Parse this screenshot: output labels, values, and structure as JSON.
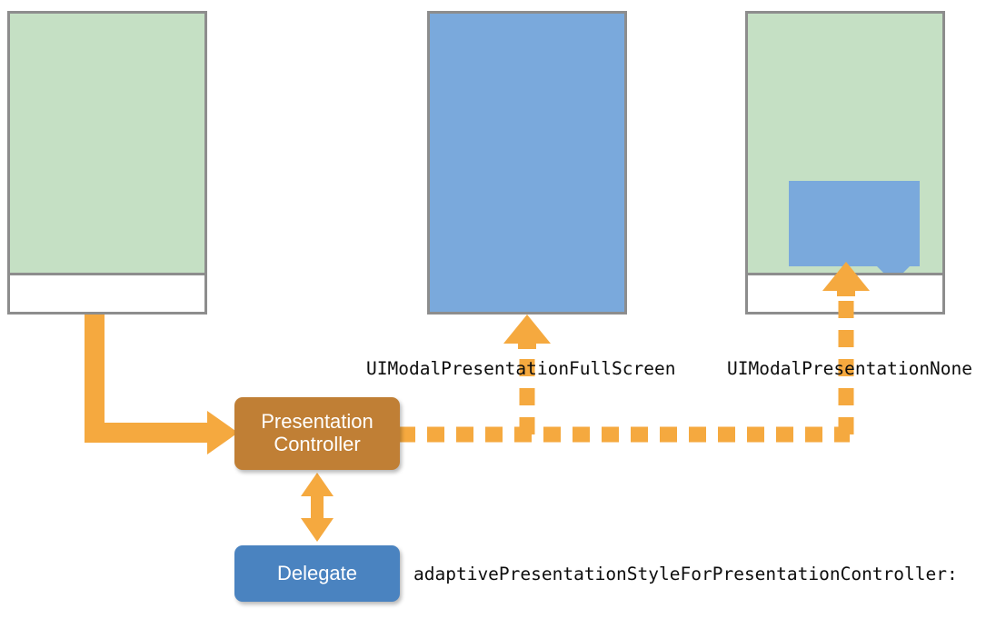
{
  "diagram": {
    "title": "UIKit Presentation Controller adaptivity diagram",
    "colors": {
      "green_content": "#c5e0c4",
      "blue_content": "#7aa9dc",
      "frame_border": "#8d8d8d",
      "bar_background": "#ffffff",
      "accent_orange": "#f5a93f",
      "presentation_controller_fill": "#c07f35",
      "delegate_fill": "#4a83c0",
      "label_text": "#0d0d0d",
      "node_text": "#ffffff",
      "page_background": "#ffffff"
    },
    "devices": [
      {
        "name": "source-device",
        "content_style": "green",
        "has_bottom_bar": true,
        "popover": false
      },
      {
        "name": "fullscreen-device",
        "content_style": "blue",
        "has_bottom_bar": false,
        "popover": false
      },
      {
        "name": "popover-device",
        "content_style": "green",
        "has_bottom_bar": true,
        "popover": true
      }
    ],
    "nodes": {
      "presentation_controller": {
        "line1": "Presentation",
        "line2": "Controller"
      },
      "delegate": {
        "label": "Delegate"
      }
    },
    "labels": {
      "fullscreen": "UIModalPresentationFullScreen",
      "none": "UIModalPresentationNone",
      "delegate_method": "adaptivePresentationStyleForPresentationController:"
    },
    "connectors": [
      {
        "name": "source-to-controller",
        "style": "solid",
        "direction": "one-way",
        "from": "source-device",
        "to": "presentation_controller"
      },
      {
        "name": "controller-to-fullscreen",
        "style": "dashed",
        "direction": "one-way",
        "from": "presentation_controller",
        "to": "fullscreen-device"
      },
      {
        "name": "controller-to-popover",
        "style": "dashed",
        "direction": "one-way",
        "from": "presentation_controller",
        "to": "popover-device"
      },
      {
        "name": "controller-delegate-link",
        "style": "solid",
        "direction": "two-way",
        "from": "presentation_controller",
        "to": "delegate"
      }
    ]
  }
}
